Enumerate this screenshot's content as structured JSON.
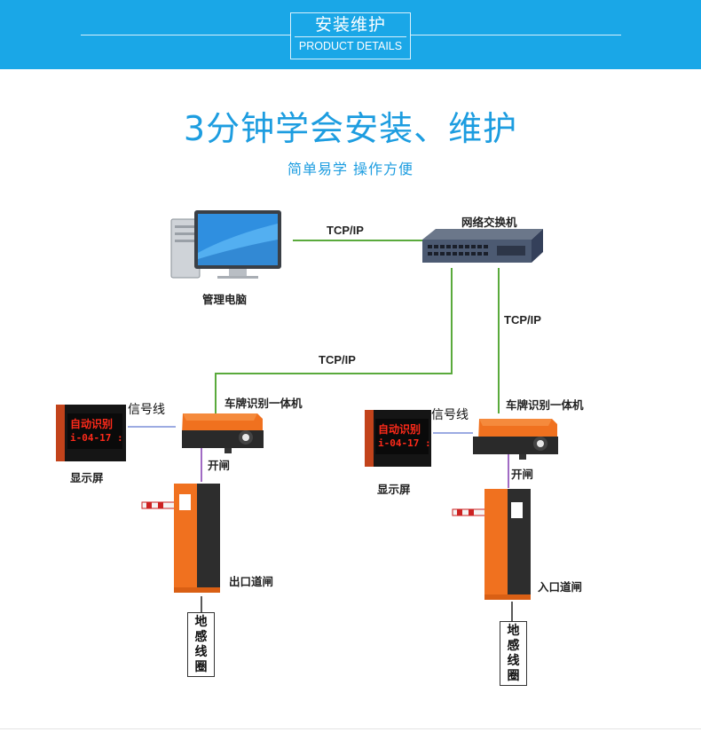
{
  "header": {
    "title_cn": "安装维护",
    "title_en": "PRODUCT DETAILS"
  },
  "headline": "3分钟学会安装、维护",
  "subline": "简单易学 操作方便",
  "diagram": {
    "switch_label": "网络交换机",
    "computer_label": "管理电脑",
    "tcp_top": "TCP/IP",
    "tcp_right": "TCP/IP",
    "tcp_mid": "TCP/IP",
    "left": {
      "camera_label": "车牌识别一体机",
      "signal_label": "信号线",
      "display_label": "显示屏",
      "display_line1": "自动识别",
      "display_line2": "i-04-17 :",
      "open_label": "开闸",
      "gate_label": "出口道闸",
      "loop_label_1": "地",
      "loop_label_2": "感",
      "loop_label_3": "线",
      "loop_label_4": "圈"
    },
    "right": {
      "camera_label": "车牌识别一体机",
      "signal_label": "信号线",
      "display_label": "显示屏",
      "display_line1": "自动识别",
      "display_line2": "i-04-17 :",
      "open_label": "开闸",
      "gate_label": "入口道闸",
      "loop_label_1": "地",
      "loop_label_2": "感",
      "loop_label_3": "线",
      "loop_label_4": "圈"
    }
  },
  "colors": {
    "banner": "#1aa7e7",
    "accent_text": "#1d9de0",
    "network_line": "#5aaa3c",
    "signal_line": "#7b8fd8",
    "open_line": "#a16bc4",
    "device_orange": "#f0711f",
    "led_red": "#ff2a1a"
  },
  "icons": [
    "computer-icon",
    "monitor-icon",
    "network-switch-icon",
    "plate-camera-icon",
    "led-display-icon",
    "barrier-gate-icon"
  ]
}
